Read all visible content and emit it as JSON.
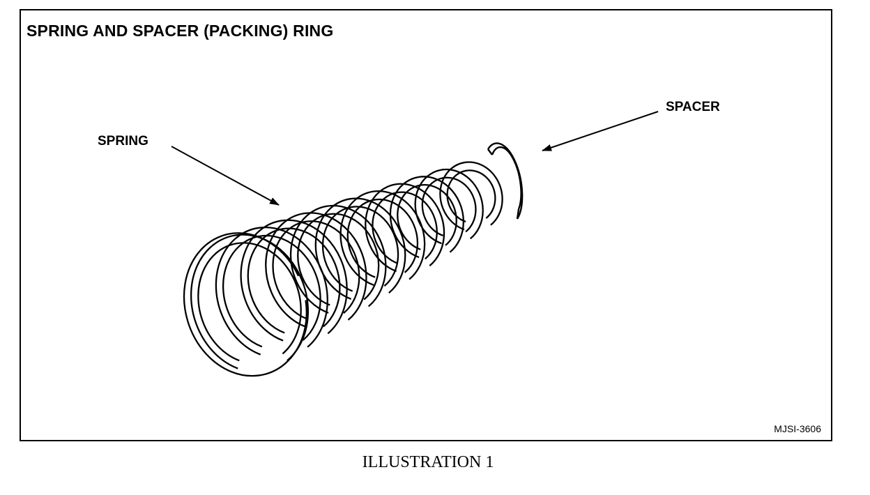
{
  "figure": {
    "title": "SPRING AND SPACER (PACKING) RING",
    "callouts": {
      "spring": "SPRING",
      "spacer": "SPACER"
    },
    "code": "MJSI-3606"
  },
  "caption": "ILLUSTRATION 1"
}
